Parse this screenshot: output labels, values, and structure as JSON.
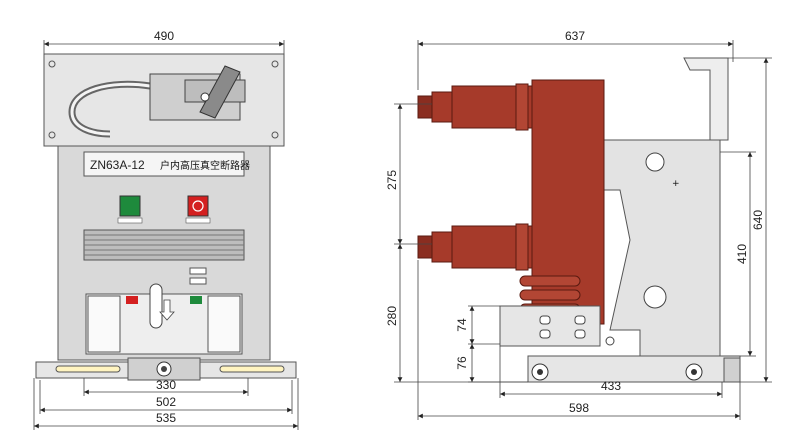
{
  "front_view": {
    "model": "ZN63A-12",
    "name": "户内高压真空断路器",
    "dimensions": {
      "top_width": "490",
      "rail_inner": "330",
      "rail_mid": "502",
      "rail_outer": "535"
    }
  },
  "side_view": {
    "dimensions": {
      "top_width": "637",
      "terminal_spacing": "275",
      "lower_height": "280",
      "bracket_upper": "74",
      "bracket_lower": "76",
      "frame_height": "410",
      "total_height": "640",
      "base_inner": "433",
      "base_outer": "598"
    }
  },
  "colors": {
    "panel": "#e6e6e6",
    "body": "#d9d9d9",
    "pole": "#a63a2a",
    "button_on": "#1e8a3c",
    "button_off": "#d42020"
  }
}
